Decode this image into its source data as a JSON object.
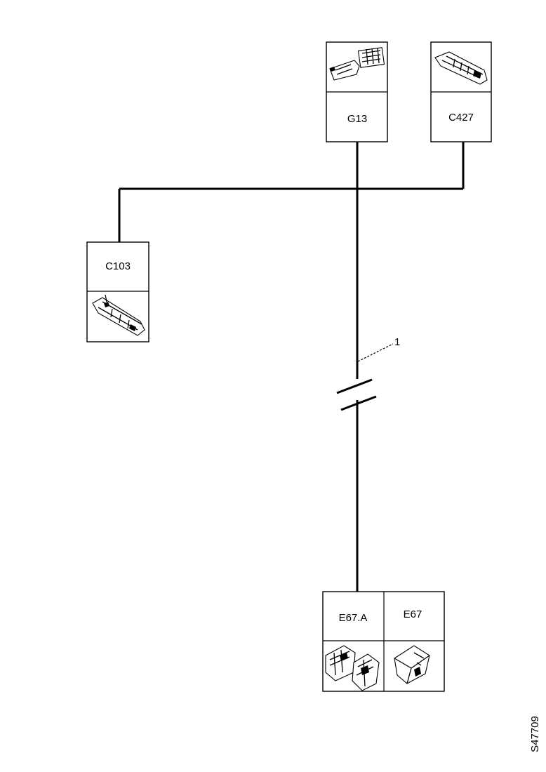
{
  "connectors": {
    "g13": {
      "label": "G13"
    },
    "c427": {
      "label": "C427"
    },
    "c103": {
      "label": "C103"
    },
    "e67a": {
      "label": "E67.A"
    },
    "e67": {
      "label": "E67"
    }
  },
  "callout": {
    "number": "1"
  },
  "figure_code": "S47709",
  "colors": {
    "line": "#000000",
    "background": "#ffffff"
  }
}
